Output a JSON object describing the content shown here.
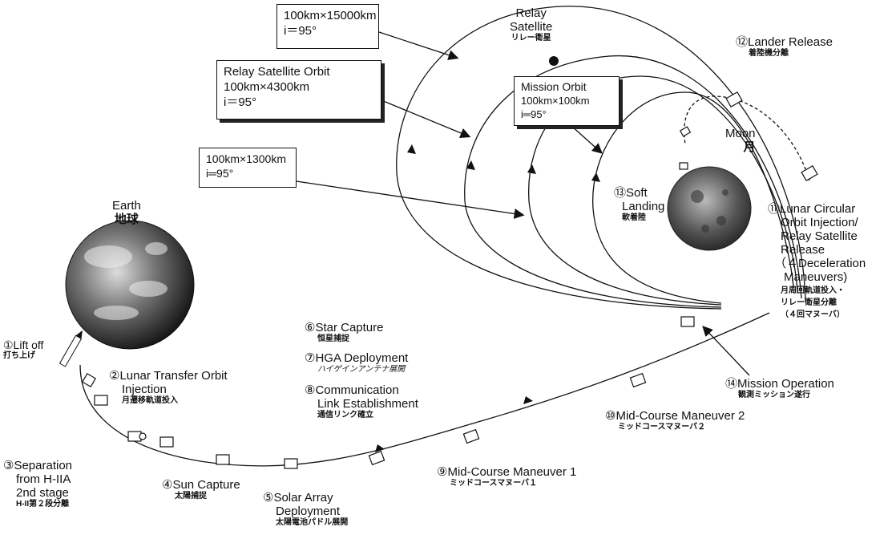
{
  "orbit_boxes": {
    "orbit_15000": {
      "line1": "100km×15000km",
      "line2": "i＝95°"
    },
    "relay_orbit": {
      "title": "Relay Satellite Orbit",
      "line1": "100km×4300km",
      "line2": "i＝95°"
    },
    "mission_orbit": {
      "title": "Mission Orbit",
      "line1": "100km×100km",
      "line2": "i═95°"
    },
    "orbit_1300": {
      "line1": "100km×1300km",
      "line2": "i═95°"
    }
  },
  "bodies": {
    "earth": {
      "en": "Earth",
      "jp": "地球"
    },
    "moon": {
      "en": "Moon",
      "jp": "月"
    },
    "relay_satellite": {
      "en1": "Relay",
      "en2": "Satellite",
      "jp": "リレー衛星"
    }
  },
  "steps": {
    "s1": {
      "en": "①Lift off",
      "jp": "打ち上げ"
    },
    "s2": {
      "en1": "②Lunar Transfer Orbit",
      "en2": "Injection",
      "jp": "月遷移軌道投入"
    },
    "s3": {
      "en1": "③Separation",
      "en2": "from H-IIA",
      "en3": "2nd stage",
      "jp": "H-II第２段分離"
    },
    "s4": {
      "en": "④Sun Capture",
      "jp": "太陽捕捉"
    },
    "s5": {
      "en1": "⑤Solar Array",
      "en2": "Deployment",
      "jp": "太陽電池パドル展開"
    },
    "s6": {
      "en": "⑥Star Capture",
      "jp": "恒星捕捉"
    },
    "s7": {
      "en": "⑦HGA Deployment",
      "jp": "ハイゲインアンテナ展開"
    },
    "s8": {
      "en1": "⑧Communication",
      "en2": "Link Establishment",
      "jp": "通信リンク確立"
    },
    "s9": {
      "en": "⑨Mid-Course Maneuver 1",
      "jp": "ミッドコースマヌーバ１"
    },
    "s10": {
      "en": "⑩Mid-Course Maneuver 2",
      "jp": "ミッドコースマヌーバ２"
    },
    "s11": {
      "en1": "⑪Lunar Circular",
      "en2": "Orbit Injection/",
      "en3": "Relay Satellite",
      "en4": "Release",
      "en5": "（４Deceleration",
      "en6": "Maneuvers)",
      "jp1": "月周回軌道投入・",
      "jp2": "リレー衛星分離",
      "jp3": "（４回マヌーバ）"
    },
    "s12": {
      "en": "⑫Lander Release",
      "jp": "着陸機分離"
    },
    "s13": {
      "en1": "⑬Soft",
      "en2": "Landing",
      "jp": "軟着陸"
    },
    "s14": {
      "en": "⑭Mission Operation",
      "jp": "観測ミッション遂行"
    }
  }
}
